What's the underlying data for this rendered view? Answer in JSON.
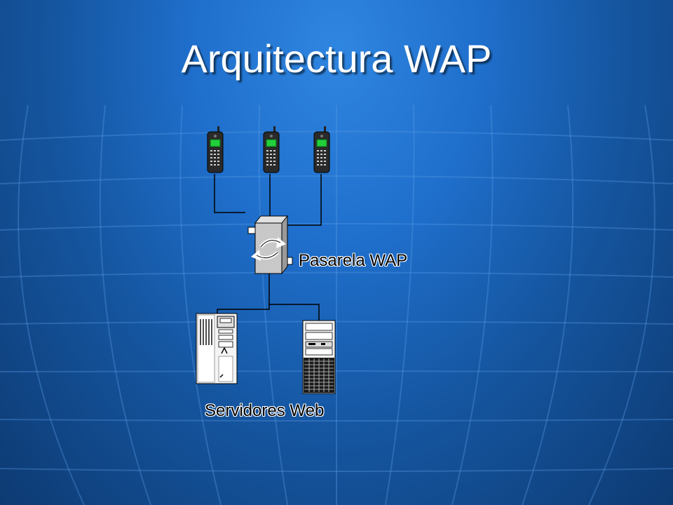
{
  "slide": {
    "title": "Arquitectura WAP"
  },
  "diagram": {
    "nodes": {
      "phones": [
        {
          "id": "phone-1",
          "icon": "mobile-phone-icon"
        },
        {
          "id": "phone-2",
          "icon": "mobile-phone-icon"
        },
        {
          "id": "phone-3",
          "icon": "mobile-phone-icon"
        }
      ],
      "gateway": {
        "label": "Pasarela WAP",
        "icon": "gateway-switch-icon"
      },
      "servers": {
        "label": "Servidores Web",
        "items": [
          {
            "id": "server-1",
            "icon": "tower-server-icon"
          },
          {
            "id": "server-2",
            "icon": "tower-server-icon"
          }
        ]
      }
    },
    "edges": [
      [
        "phone-1",
        "gateway"
      ],
      [
        "phone-2",
        "gateway"
      ],
      [
        "phone-3",
        "gateway"
      ],
      [
        "gateway",
        "server-1"
      ],
      [
        "gateway",
        "server-2"
      ]
    ]
  },
  "colors": {
    "background": "#1f6fcc",
    "title": "#ffffff",
    "phone_body": "#2a2a2a",
    "phone_screen": "#21d03a",
    "connector": "#000000",
    "gateway_body": "#c8c8c8",
    "server_body": "#e6e6e6"
  }
}
